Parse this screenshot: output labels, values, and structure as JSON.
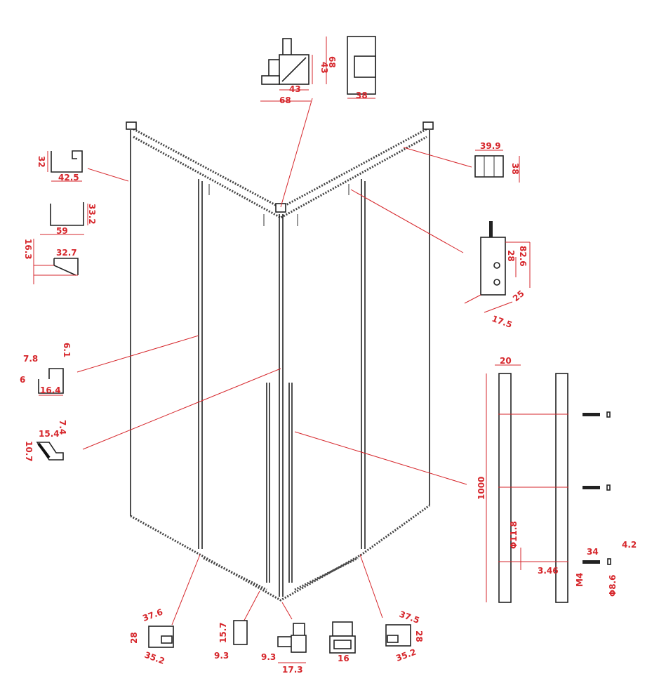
{
  "colors": {
    "dimension": "#d6262b",
    "outline": "#222222"
  },
  "labels": {
    "corner_width_43": "43",
    "corner_width_68": "68",
    "corner_height_43": "43",
    "corner_height_68": "68",
    "corner_side_38": "38",
    "post_height": "32",
    "post_width": "42.5",
    "channel_height": "33.2",
    "channel_width": "59",
    "seal_height": "16.3",
    "seal_width": "32.7",
    "rail_width": "39.9",
    "rail_height": "38",
    "roller_hole_spacing": "28",
    "roller_height": "82.6",
    "roller_depth": "25",
    "roller_width": "17.5",
    "magnet_a": "7.8",
    "magnet_b": "6.1",
    "magnet_c": "6",
    "magnet_width": "16.4",
    "bumper_width": "15.4",
    "bumper_a": "7.4",
    "bumper_height": "10.7",
    "handle_width": "20",
    "handle_length": "1000",
    "hole_diameter": "Φ11.8",
    "hole_offset": "3.46",
    "screw_length": "34",
    "screw_thread": "M4",
    "screw_cap": "4.2",
    "screw_diameter": "Φ8.6",
    "guide_left_top": "37.6",
    "guide_left_side": "28",
    "guide_left_bottom": "35.2",
    "stopper_height": "15.7",
    "stopper_width": "9.3",
    "floor_guide_a": "9.3",
    "floor_guide_b": "17.3",
    "center_guide_width": "16",
    "guide_right_top": "37.5",
    "guide_right_side": "28",
    "guide_right_bottom": "35.2"
  }
}
